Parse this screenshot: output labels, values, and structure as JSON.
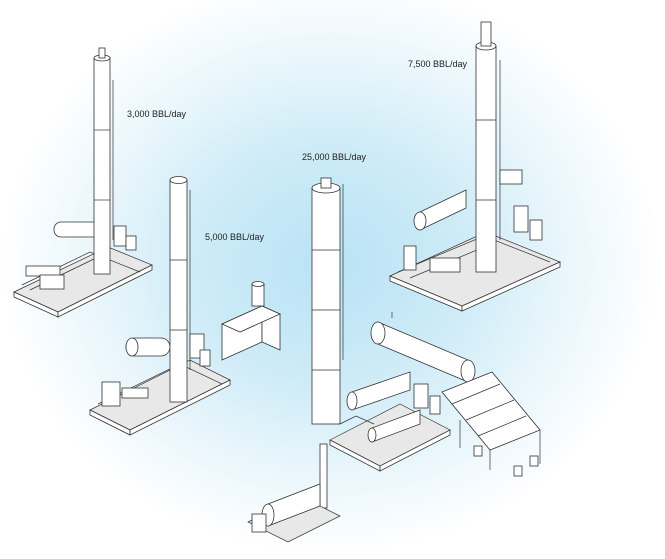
{
  "labels": {
    "unit_3000": "3,000 BBL/day",
    "unit_5000": "5,000 BBL/day",
    "unit_25000": "25,000 BBL/day",
    "unit_7500": "7,500 BBL/day"
  },
  "colors": {
    "glow": "#b9e3f4",
    "line": "#333333",
    "fill": "#ffffff"
  }
}
